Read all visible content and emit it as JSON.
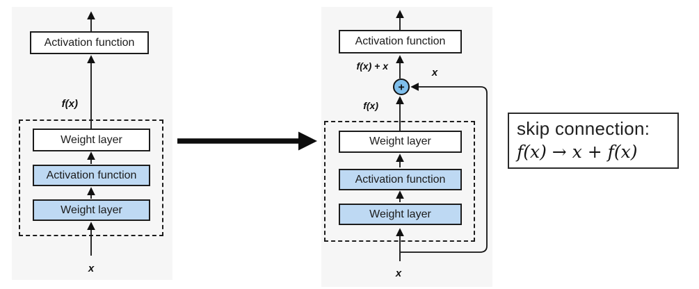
{
  "left_diagram": {
    "activation_output_box": "Activation function",
    "fx_label": "f(x)",
    "weight_layer_top": "Weight layer",
    "activation_inner": "Activation function",
    "weight_layer_bottom": "Weight layer",
    "input_label": "x"
  },
  "right_diagram": {
    "activation_output_box": "Activation function",
    "sum_label": "f(x) + x",
    "skip_x_label": "x",
    "plus_symbol": "+",
    "fx_label": "f(x)",
    "weight_layer_top": "Weight layer",
    "activation_inner": "Activation function",
    "weight_layer_bottom": "Weight layer",
    "input_label": "x"
  },
  "annotation": {
    "line1": "skip connection:",
    "line2": "f(x) → x + f(x)"
  },
  "colors": {
    "panel_background": "#f6f6f6",
    "layer_blue": "#bed9f3",
    "plus_circle_blue": "#7fbfec",
    "box_white": "#ffffff",
    "stroke": "#111111"
  }
}
